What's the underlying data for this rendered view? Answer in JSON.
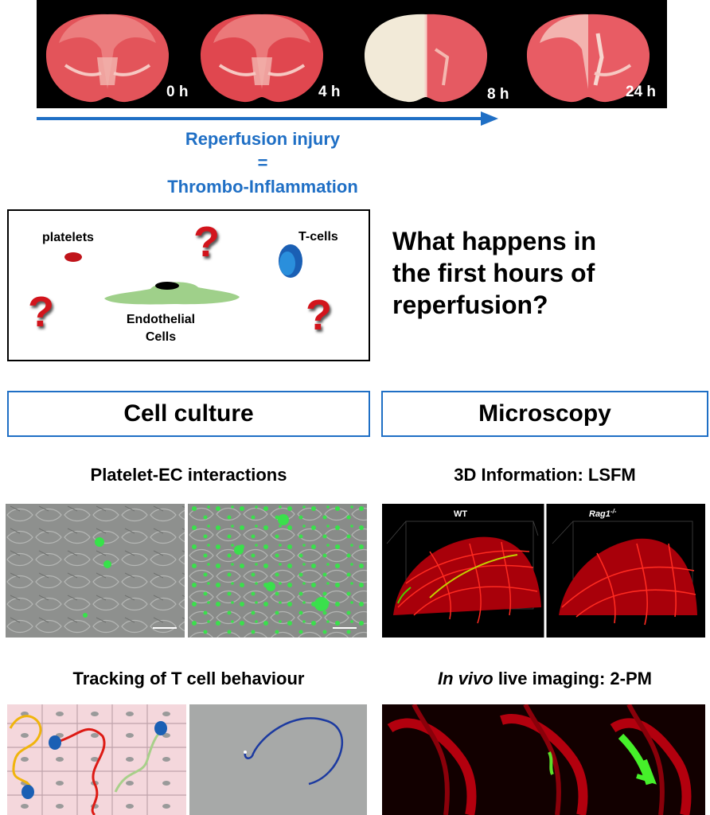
{
  "timeline": {
    "hours": [
      "0 h",
      "4 h",
      "8 h",
      "24 h"
    ],
    "caption_line1": "Reperfusion injury",
    "caption_line2": "=",
    "caption_line3": "Thrombo-Inflammation"
  },
  "schematic": {
    "platelets_label": "platelets",
    "tcells_label": "T-cells",
    "endothelial_line1": "Endothelial",
    "endothelial_line2": "Cells",
    "question_mark": "?"
  },
  "question": {
    "line1": "What happens in",
    "line2": "the first hours of",
    "line3": "reperfusion?"
  },
  "sections": {
    "left_header": "Cell culture",
    "right_header": "Microscopy",
    "left_sub1": "Platelet-EC interactions",
    "right_sub1": "3D Information: LSFM",
    "left_sub2": "Tracking of T cell behaviour",
    "right_sub2_italic": "In vivo",
    "right_sub2_rest": " live imaging: 2-PM"
  },
  "lsfm": {
    "wt_label": "WT",
    "rag_label": "Rag1",
    "rag_sup": "-/-"
  },
  "colors": {
    "accent_blue": "#1f6fc5",
    "platelet_red": "#c0141a",
    "endothelial_green": "#9fd08a",
    "tcell_blue": "#1a5fb4"
  }
}
